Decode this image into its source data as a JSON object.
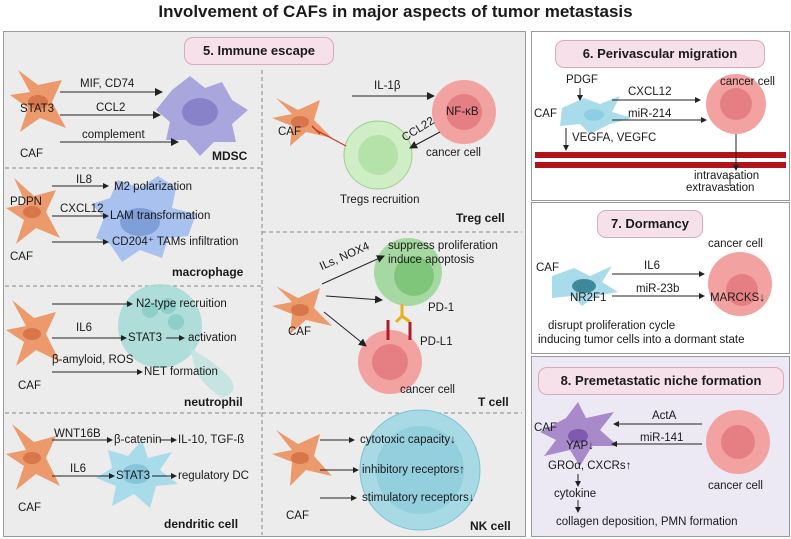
{
  "title": "Involvement of CAFs in major aspects of tumor metastasis",
  "colors": {
    "left_panel_bg": "#ececec",
    "right_top_bg": "#ffffff",
    "right_bottom_bg": "#ece9f5",
    "title_box_pink": "#f6e0ea",
    "title_box_border": "#d9a9bd",
    "caf_color": "#ec9a6c",
    "cancer_cell": "#f3a2a2",
    "mdsc": "#a9a6de",
    "macrophage": "#a8c1ef",
    "neutrophil": "#a9dcd8",
    "nk_cell": "#a7dae5",
    "treg": "#cfeec6",
    "vessel": "#b3121b"
  },
  "immune_escape": {
    "title": "5. Immune escape",
    "mdsc": {
      "label": "MDSC",
      "caf": "CAF",
      "stat3": "STAT3",
      "signals": [
        "MIF, CD74",
        "CCL2",
        "complement"
      ]
    },
    "macrophage": {
      "label": "macrophage",
      "caf": "CAF",
      "pdpn": "PDPN",
      "signals": [
        "IL8",
        "CXCL12"
      ],
      "outcomes": [
        "M2 polarization",
        "LAM transformation",
        "CD204⁺ TAMs infiltration"
      ]
    },
    "neutrophil": {
      "label": "neutrophil",
      "caf": "CAF",
      "signals": [
        "IL6",
        "β-amyloid, ROS"
      ],
      "stat3": "STAT3",
      "outcomes": [
        "N2-type recruition",
        "activation",
        "NET formation"
      ]
    },
    "dendritic": {
      "label": "dendritic cell",
      "caf": "CAF",
      "signals": [
        "WNT16B",
        "IL6"
      ],
      "beta_catenin": "β-catenin",
      "stat3": "STAT3",
      "outcomes": [
        "IL-10, TGF-ß",
        "regulatory DC"
      ]
    },
    "treg": {
      "label": "Treg cell",
      "caf": "CAF",
      "signal": "IL-1β",
      "nfkb": "NF-κB",
      "ccl22": "CCL22",
      "cancer": "cancer cell",
      "recruit": "Tregs recruition"
    },
    "tcell": {
      "label": "T cell",
      "caf": "CAF",
      "signal": "ILs, NOX4",
      "suppress": "suppress proliferation",
      "induce": "induce apoptosis",
      "pd1": "PD-1",
      "pdl1": "PD-L1",
      "cancer": "cancer cell"
    },
    "nk": {
      "label": "NK cell",
      "caf": "CAF",
      "outcomes": [
        "cytotoxic capacity↓",
        "inhibitory receptors↑",
        "stimulatory receptors↓"
      ]
    }
  },
  "perivascular": {
    "title": "6. Perivascular migration",
    "pdgf": "PDGF",
    "caf": "CAF",
    "signals": [
      "CXCL12",
      "miR-214"
    ],
    "vegf": "VEGFA, VEGFC",
    "cancer": "cancer cell",
    "intra": "intravasation",
    "extra": "extravasation"
  },
  "dormancy": {
    "title": "7. Dormancy",
    "cancer": "cancer cell",
    "caf": "CAF",
    "nr2f1": "NR2F1",
    "signals": [
      "IL6",
      "miR-23b"
    ],
    "marcks": "MARCKS↓",
    "desc1": "disrupt proliferation cycle",
    "desc2": "inducing tumor cells into a dormant state"
  },
  "premetastatic": {
    "title": "8. Premetastatic niche formation",
    "caf": "CAF",
    "signals": [
      "ActA",
      "miR-141"
    ],
    "yap": "YAP↓",
    "gro": "GROα, CXCRs↑",
    "cytokine": "cytokine",
    "outcome": "collagen deposition, PMN formation",
    "cancer": "cancer cell"
  }
}
